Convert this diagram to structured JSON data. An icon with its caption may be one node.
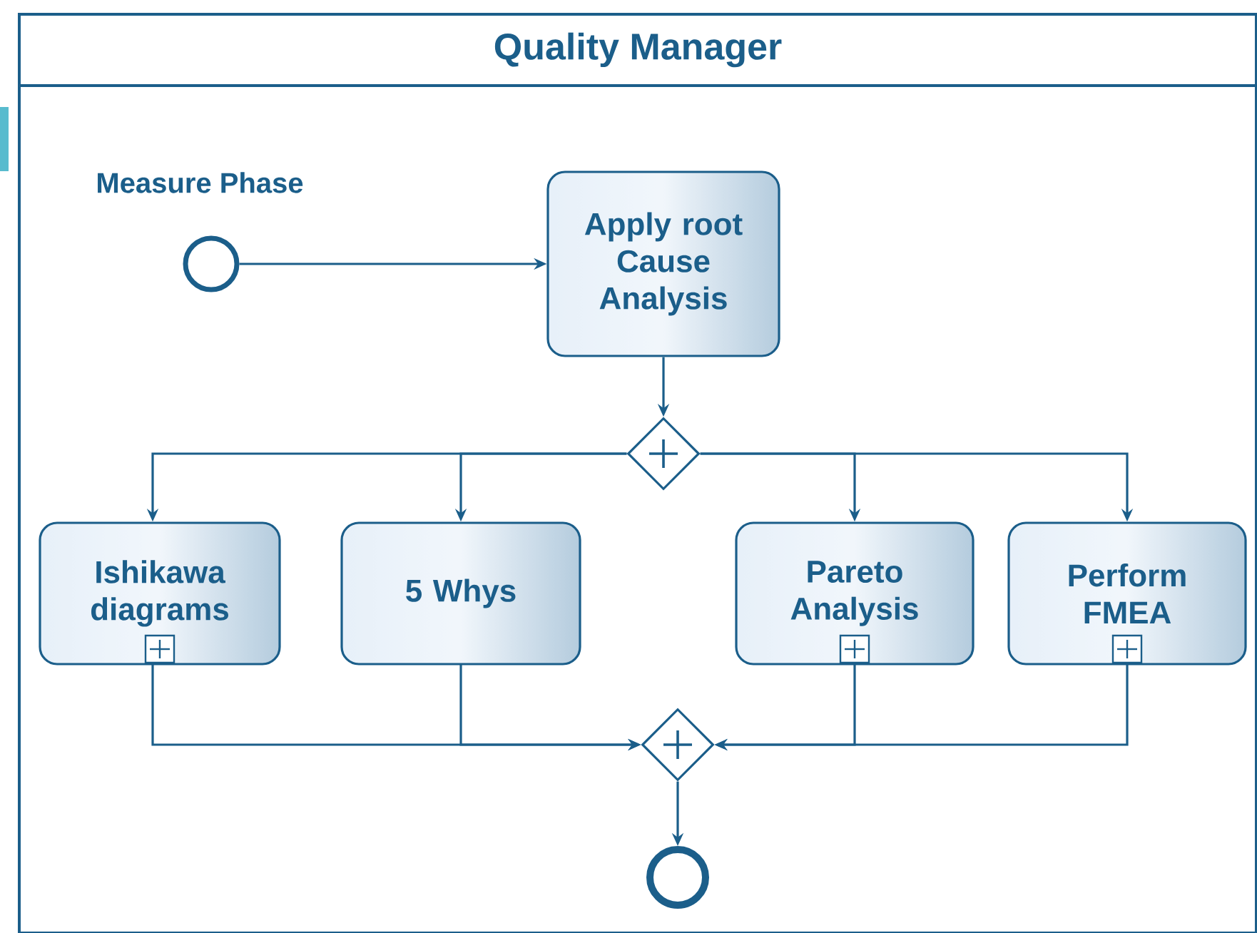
{
  "diagram": {
    "nodes": [
      {
        "text": [
          "Quality Manager"
        ]
      },
      {
        "text": [],
        "shape": "circle",
        "in": 0,
        "beside": [
          "Measure Phase"
        ]
      },
      {
        "text": [
          "Apply root Cause Analysis"
        ],
        "in": 0
      },
      {
        "text": [],
        "shape": "diamond",
        "in": 0
      },
      {
        "text": [
          "Ishikawa diagrams"
        ],
        "in": 0
      },
      {
        "text": [
          "5 Whys"
        ],
        "in": 0
      },
      {
        "text": [
          "Pareto Analysis"
        ],
        "in": 0
      },
      {
        "text": [
          "Perform FMEA"
        ],
        "in": 0
      },
      {
        "text": [],
        "shape": "diamond",
        "in": 0
      },
      {
        "text": [],
        "shape": "circle",
        "in": 0
      }
    ],
    "edges": [
      {
        "from": 1,
        "to": 2,
        "arrow": "to"
      },
      {
        "from": 2,
        "to": 3,
        "arrow": "to"
      },
      {
        "from": 3,
        "to": 4,
        "arrow": "to"
      },
      {
        "from": 3,
        "to": 5,
        "arrow": "to"
      },
      {
        "from": 3,
        "to": 6,
        "arrow": "to"
      },
      {
        "from": 3,
        "to": 7,
        "arrow": "to"
      },
      {
        "from": 4,
        "to": 8,
        "arrow": "to"
      },
      {
        "from": 5,
        "to": 8,
        "arrow": "to"
      },
      {
        "from": 6,
        "to": 8,
        "arrow": "to"
      },
      {
        "from": 7,
        "to": 8,
        "arrow": "to"
      },
      {
        "from": 8,
        "to": 9,
        "arrow": "to"
      }
    ]
  }
}
